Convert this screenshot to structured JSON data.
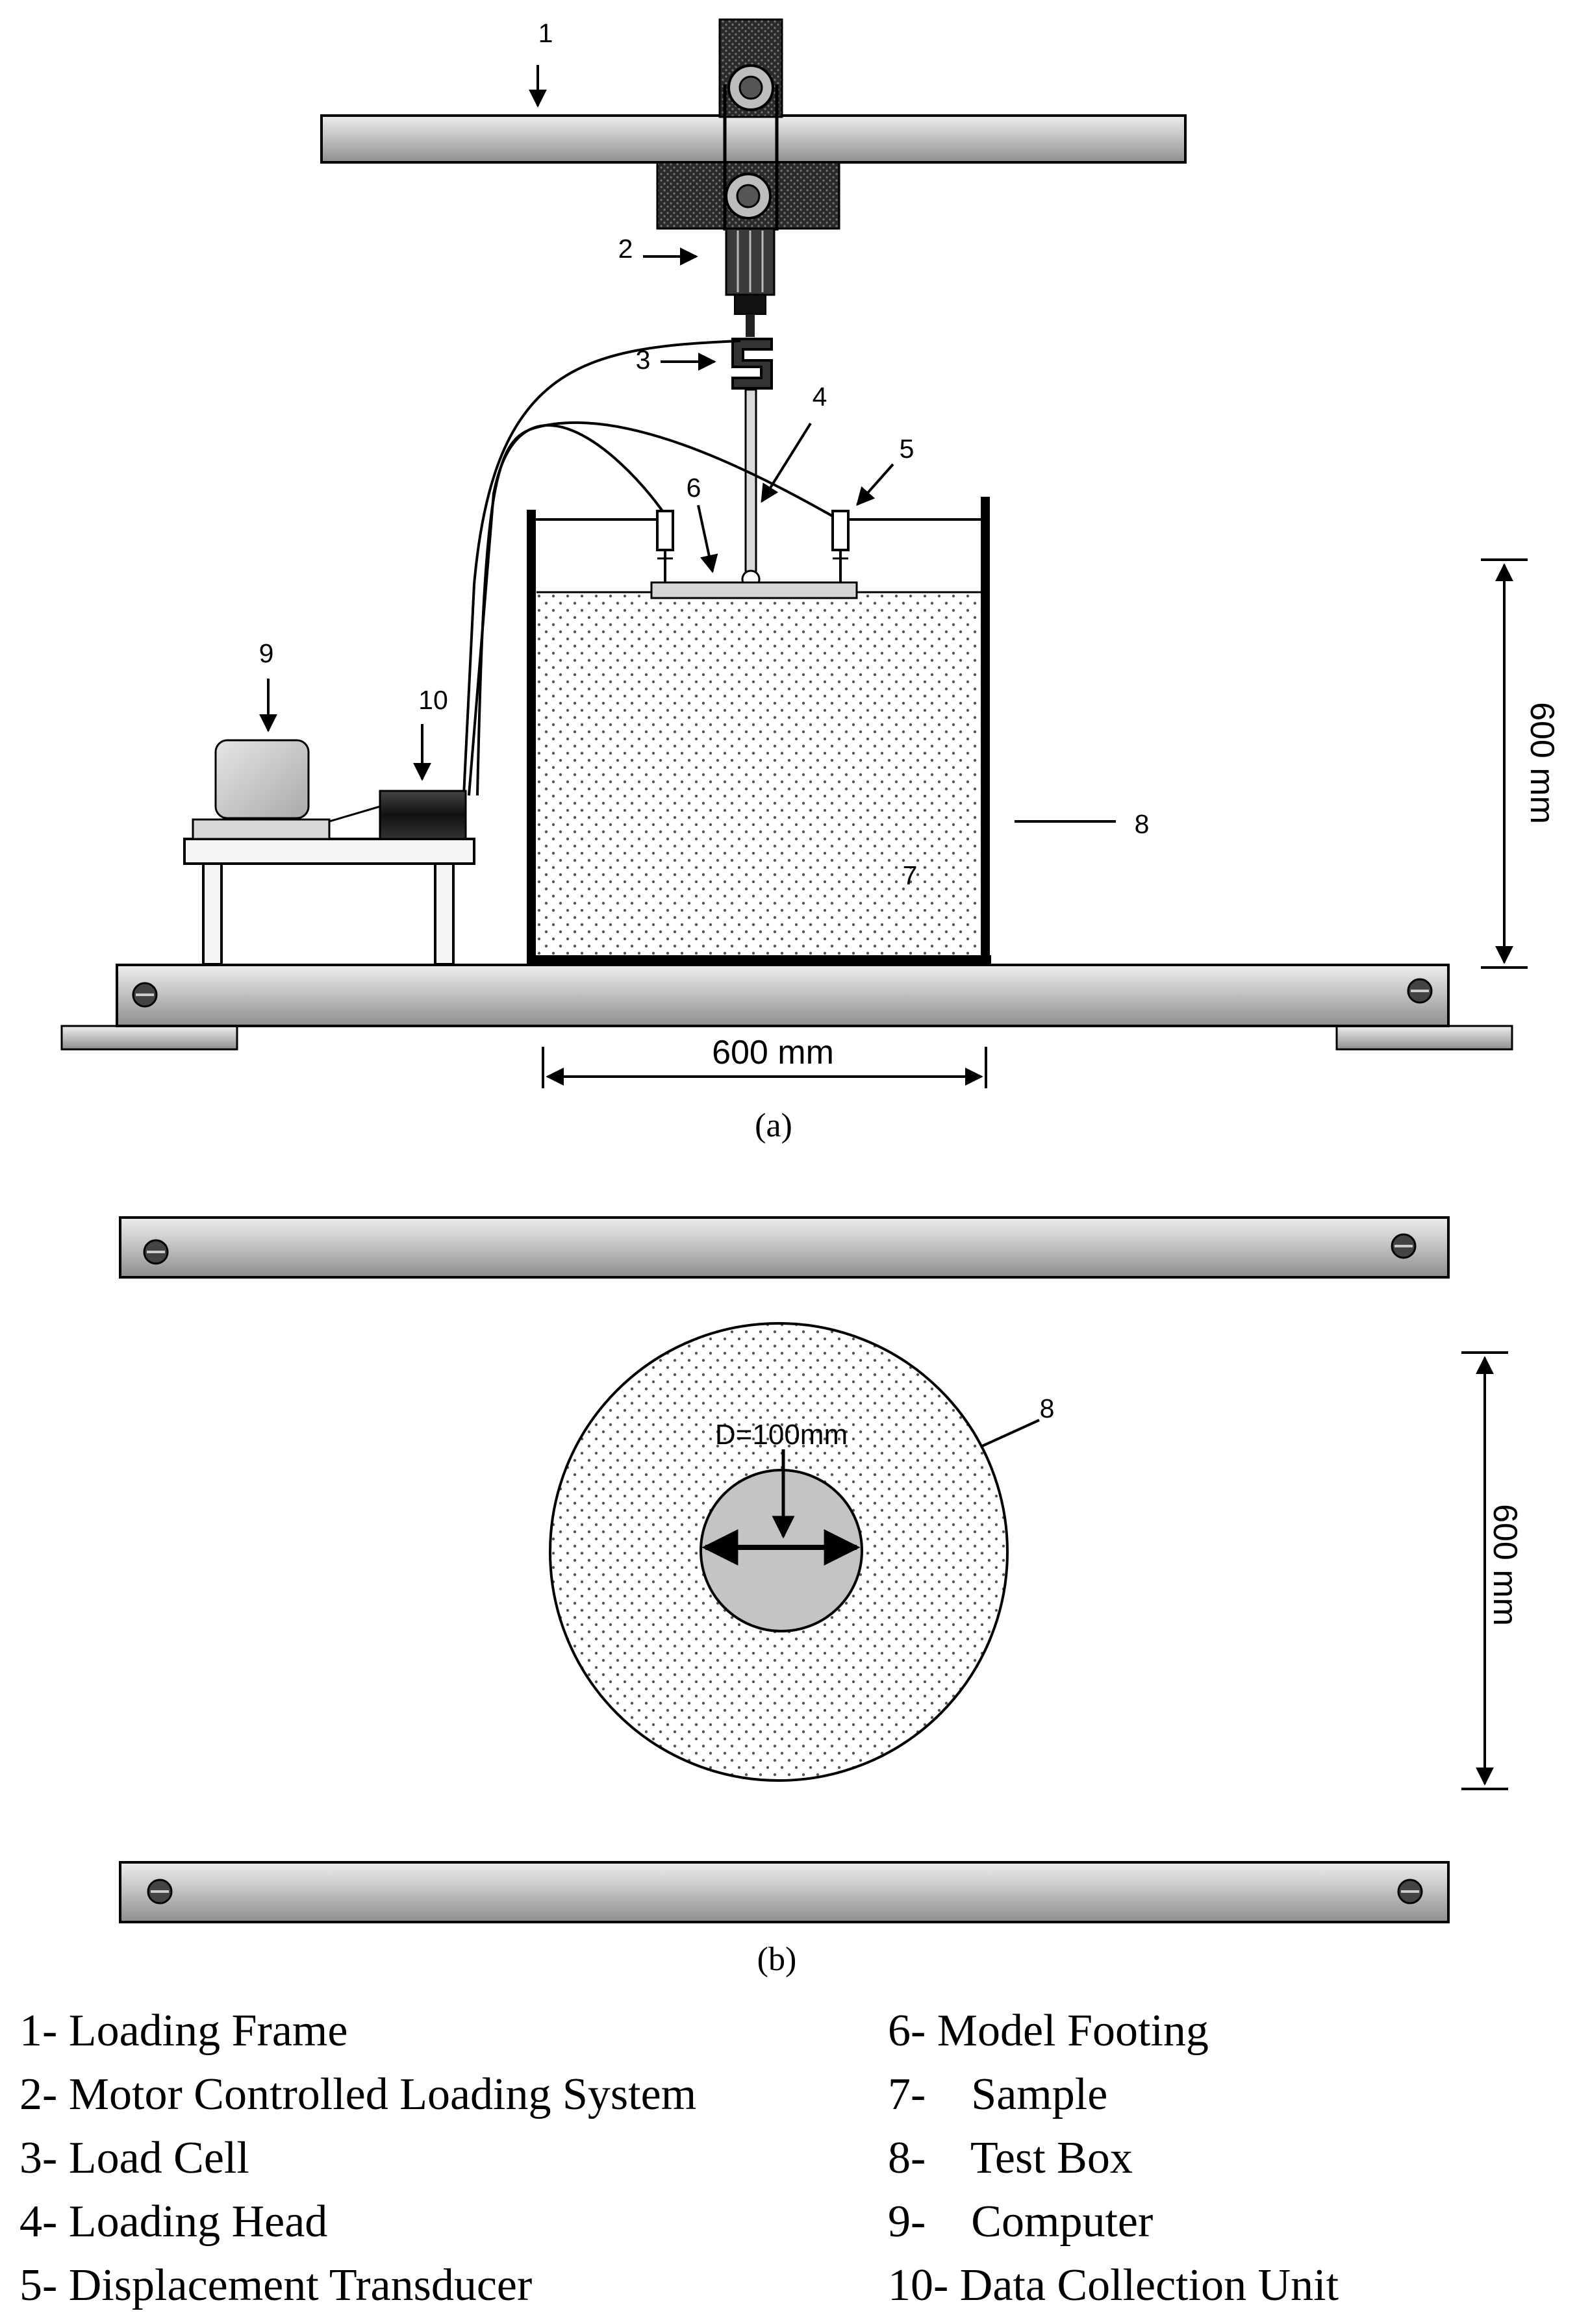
{
  "figure_a": {
    "callouts": {
      "n1": "1",
      "n2": "2",
      "n3": "3",
      "n4": "4",
      "n5": "5",
      "n6": "6",
      "n7": "7",
      "n8": "8",
      "n9": "9",
      "n10": "10"
    },
    "dim_height": "600 mm",
    "dim_width": "600 mm",
    "caption": "(a)"
  },
  "figure_b": {
    "callout_box": "8",
    "footing_label": "D=100mm",
    "dim_height": "600 mm",
    "caption": "(b)"
  },
  "legend": {
    "left": [
      "1- Loading Frame",
      "2- Motor Controlled Loading System",
      "3- Load Cell",
      "4- Loading Head",
      "5- Displacement Transducer"
    ],
    "right": [
      "6- Model Footing",
      "7-    Sample",
      "8-    Test Box",
      "9-    Computer",
      "10- Data Collection Unit"
    ]
  },
  "colors": {
    "steel": "#c9c9c9",
    "steel_dark": "#6b6b6b",
    "ink": "#000000",
    "sand_dot": "#555555",
    "footing_fill": "#c4c4c4"
  },
  "icons": [
    "arrow-icon",
    "screw-icon",
    "pulley-icon",
    "load-cell-icon",
    "transducer-icon",
    "monitor-icon"
  ]
}
